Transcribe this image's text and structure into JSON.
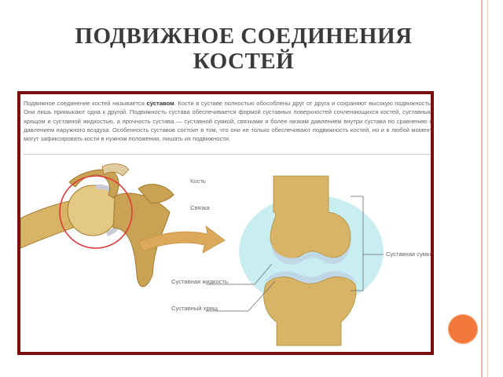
{
  "slide": {
    "title_line1": "ПОДВИЖНОЕ СОЕДИНЕНИЯ",
    "title_line2": "КОСТЕЙ"
  },
  "description": {
    "part1": "Подвижное соединение костей называется ",
    "term": "суставом",
    "part2": ". Кости в суставе полностью обособлены друг от друга и сохраняют высокую подвижность. Они лишь примыкают одна к другой. Подвижность сустава обеспечивается формой суставных поверхностей сочленяющихся костей, суставным хрящом и суставной жидкостью, а прочность сустава — суставной сумкой, связками и более низким давлением внутри сустава по сравнению с давлением наружного воздуха. Особенность суставов состоит в том, что они не только обеспечивают подвижность костей, но и в любой момент могут зафиксировать кости в нужном положении, лишать их подвижности."
  },
  "labels": {
    "bone": "Кость",
    "ligament": "Связка",
    "fluid": "Суставная жидкость",
    "cartilage": "Суставный хрящ",
    "capsule": "Суставная сумка"
  },
  "colors": {
    "frame": "#7b0f10",
    "bone": "#d7b466",
    "bone_dark": "#a37a2e",
    "highlight_circle": "#e03a3a",
    "capsule": "#c9eef1",
    "cartilage": "#bfd7e6",
    "orange_dot": "#f2793b"
  }
}
